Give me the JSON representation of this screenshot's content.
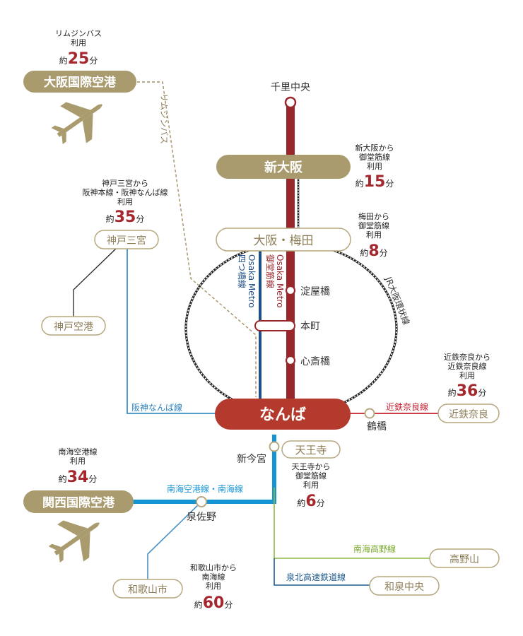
{
  "colors": {
    "gold": "#a99b6e",
    "gold_border": "#b6a87e",
    "midosuji": "#98262b",
    "yotsubashi": "#1f4f87",
    "namba_red": "#b53a2e",
    "hanshin": "#3b8fc8",
    "nankai_airport": "#1594d4",
    "kintetsu": "#c4202f",
    "nankai_koya": "#8cbb3d",
    "senboku": "#1f5a8e",
    "jr_loop": "#222222",
    "limousine": "#a49165",
    "wakayama": "#4a90c4",
    "accent_text": "#a5282e"
  },
  "hubs": {
    "kansai_airport": "関西国際空港",
    "osaka_airport": "大阪国際空港",
    "shin_osaka": "新大阪",
    "umeda": "大阪・梅田",
    "namba": "なんば"
  },
  "stations": {
    "senri_chuo": "千里中央",
    "yodoyabashi": "淀屋橋",
    "honmachi": "本町",
    "shinsaibashi": "心斎橋",
    "tsuruhashi": "鶴橋",
    "shin_imamiya": "新今宮",
    "tennoji": "天王寺",
    "izumisano": "泉佐野",
    "kobe_sannomiya": "神戸三宮",
    "kobe_airport": "神戸空港",
    "kintetsu_nara": "近鉄奈良",
    "koyasan": "高野山",
    "izumi_chuo": "和泉中央",
    "wakayamashi": "和歌山市"
  },
  "lines": {
    "limousine_bus": "リムジンバス",
    "jr_loop": "JR大阪環状線",
    "yotsubashi_1": "Osaka Metro",
    "yotsubashi_2": "四つ橋線",
    "midosuji_1": "Osaka Metro",
    "midosuji_2": "御堂筋線",
    "hanshin_namba": "阪神なんば線",
    "kintetsu_nara": "近鉄奈良線",
    "nankai_airport": "南海空港線・南海線",
    "nankai_koya": "南海高野線",
    "senboku": "泉北高速鉄道線"
  },
  "routes": {
    "itami": {
      "l1": "リムジンバス",
      "l2": "利用",
      "prefix": "約",
      "value": "25",
      "unit": "分"
    },
    "shin_osaka": {
      "l1": "新大阪から",
      "l2": "御堂筋線",
      "l3": "利用",
      "prefix": "約",
      "value": "15",
      "unit": "分"
    },
    "kobe": {
      "l1": "神戸三宮から",
      "l2": "阪神本線・阪神なんば線",
      "l3": "利用",
      "prefix": "約",
      "value": "35",
      "unit": "分"
    },
    "umeda": {
      "l1": "梅田から",
      "l2": "御堂筋線",
      "l3": "利用",
      "prefix": "約",
      "value": "8",
      "unit": "分"
    },
    "nara": {
      "l1": "近鉄奈良から",
      "l2": "近鉄奈良線",
      "l3": "利用",
      "prefix": "約",
      "value": "36",
      "unit": "分"
    },
    "kix": {
      "l1": "南海空港線",
      "l2": "利用",
      "prefix": "約",
      "value": "34",
      "unit": "分"
    },
    "tennoji": {
      "l1": "天王寺から",
      "l2": "御堂筋線",
      "l3": "利用",
      "prefix": "約",
      "value": "6",
      "unit": "分"
    },
    "wakayama": {
      "l1": "和歌山市から",
      "l2": "南海線",
      "l3": "利用",
      "prefix": "約",
      "value": "60",
      "unit": "分"
    }
  },
  "icons": {
    "airplane_osaka": "airplane-icon",
    "airplane_kansai": "airplane-icon"
  }
}
